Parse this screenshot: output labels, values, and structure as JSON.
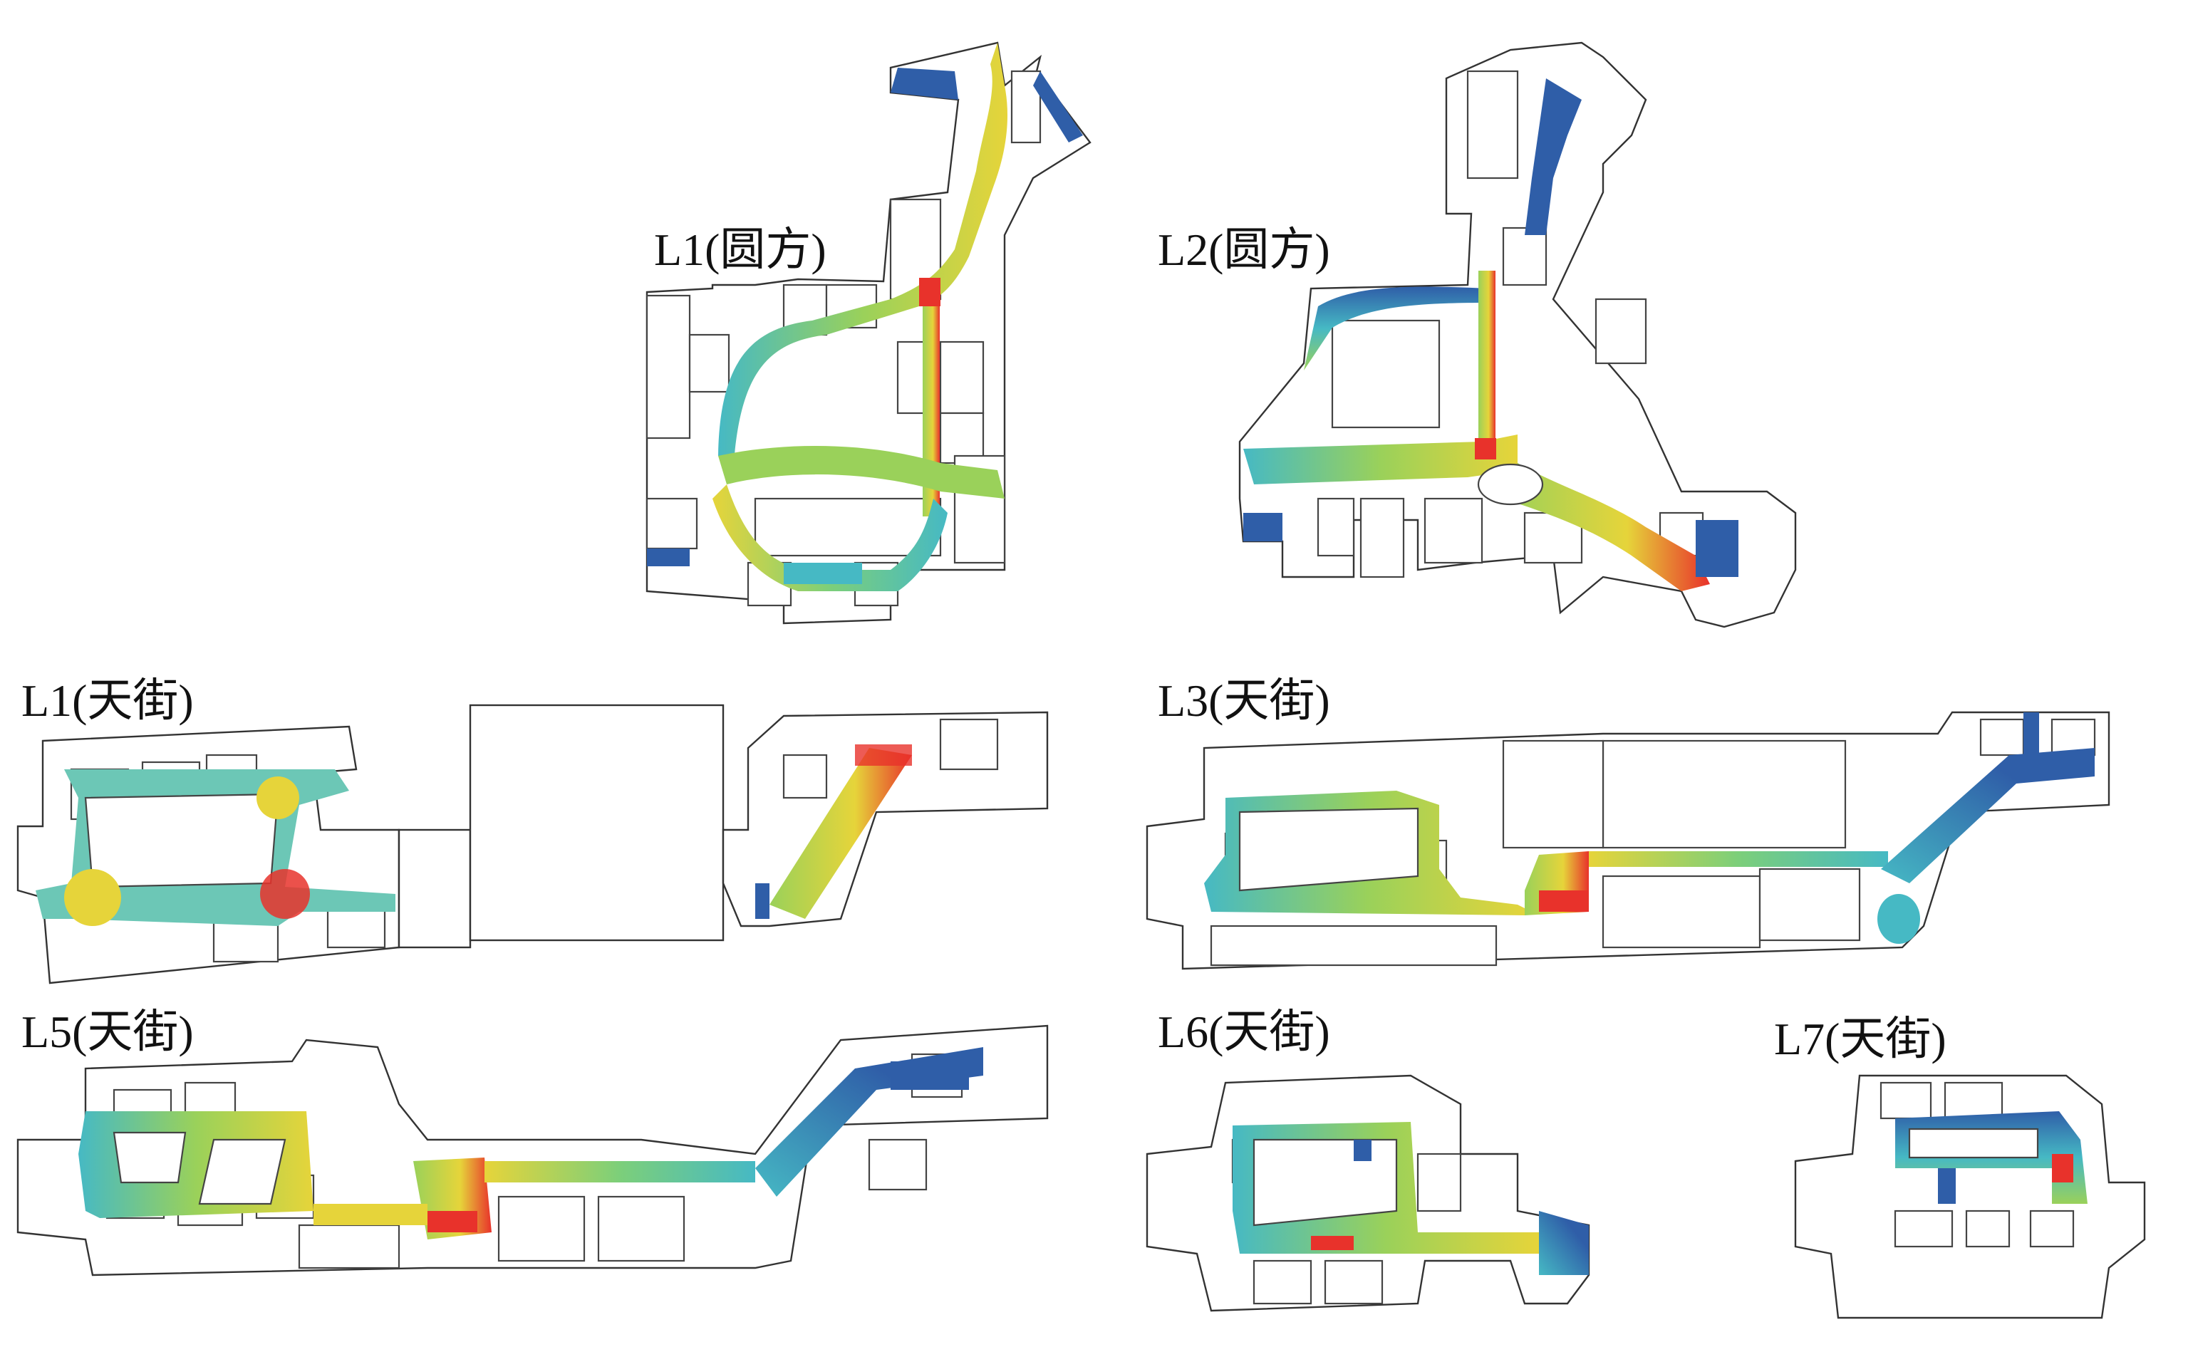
{
  "panels": [
    {
      "key": "l1_yuanfang",
      "label": "L1(圆方)"
    },
    {
      "key": "l2_yuanfang",
      "label": "L2(圆方)"
    },
    {
      "key": "l1_tianjie",
      "label": "L1(天街)"
    },
    {
      "key": "l3_tianjie",
      "label": "L3(天街)"
    },
    {
      "key": "l5_tianjie",
      "label": "L5(天街)"
    },
    {
      "key": "l6_tianjie",
      "label": "L6(天街)"
    },
    {
      "key": "l7_tianjie",
      "label": "L7(天街)"
    }
  ],
  "colors": {
    "low": "#2f5ea8",
    "mid_low": "#46b9c4",
    "mid": "#7ccf7a",
    "mid_high": "#d9d63a",
    "high": "#e8322b",
    "outline": "#444444"
  }
}
